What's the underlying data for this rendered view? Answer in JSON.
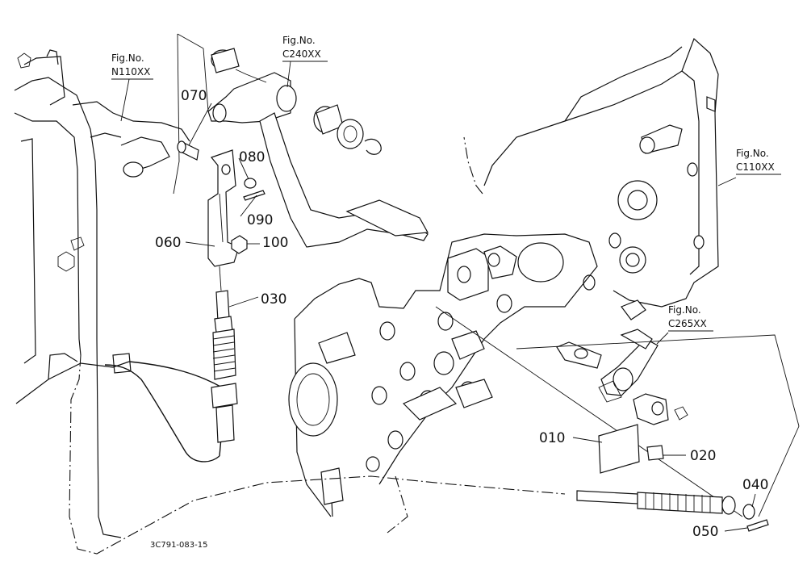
{
  "figure_refs": [
    {
      "id": "n110",
      "line1": "Fig.No.",
      "line2": "N110XX"
    },
    {
      "id": "c240",
      "line1": "Fig.No.",
      "line2": "C240XX"
    },
    {
      "id": "c110",
      "line1": "Fig.No.",
      "line2": "C110XX"
    },
    {
      "id": "c265",
      "line1": "Fig.No.",
      "line2": "C265XX"
    }
  ],
  "parts": {
    "p010": "010",
    "p020": "020",
    "p030": "030",
    "p040": "040",
    "p050": "050",
    "p060": "060",
    "p070": "070",
    "p080": "080",
    "p090": "090",
    "p100": "100"
  },
  "drawing_code": "3C791-083-15"
}
